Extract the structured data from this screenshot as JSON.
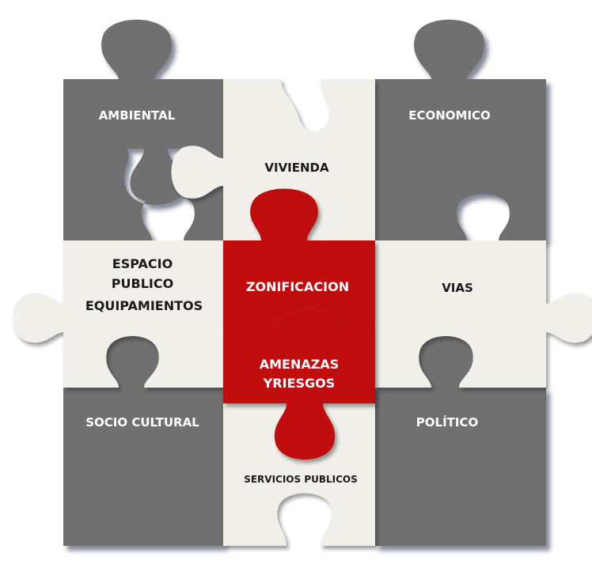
{
  "colors": {
    "gray": "#6f6f71",
    "cream": "#f1efe9",
    "red": "#c00d11",
    "shadow": "#1f2a44",
    "text_light": "#ffffff",
    "text_dark": "#1a1a1a"
  },
  "labels": {
    "ambiental": "AMBIENTAL",
    "economico": "ECONOMICO",
    "vivienda": "VIVIENDA",
    "espacio_line1": "ESPACIO",
    "espacio_line2": "PUBLICO",
    "espacio_line3": "EQUIPAMIENTOS",
    "zonificacion": "ZONIFICACION",
    "vias": "VIAS",
    "amenazas_line1": "AMENAZAS",
    "amenazas_line2": "YRIESGOS",
    "socio_cultural": "SOCIO CULTURAL",
    "politico": "POLÍTICO",
    "servicios_publicos": "SERVICIOS PUBLICOS"
  }
}
